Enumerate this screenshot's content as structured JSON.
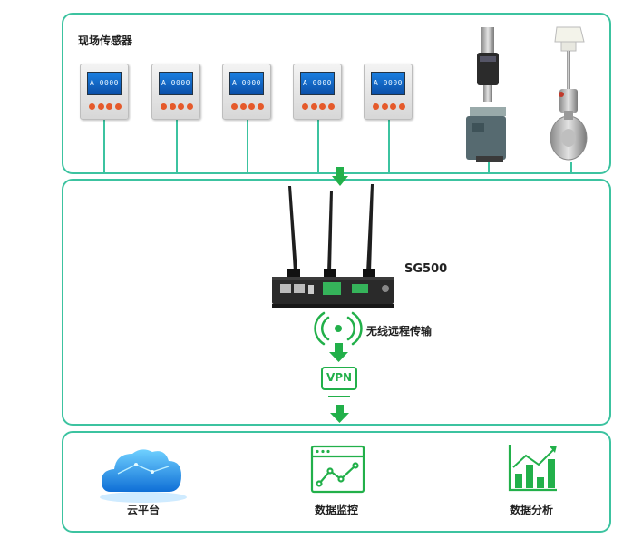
{
  "sensors": {
    "title": "现场传感器",
    "meters": [
      {
        "display": "A 0000"
      },
      {
        "display": "A 0000"
      },
      {
        "display": "A 0000"
      },
      {
        "display": "A 0000"
      },
      {
        "display": "A 0000"
      }
    ]
  },
  "gateway": {
    "model": "SG500",
    "wireless_label": "无线远程传输",
    "vpn_label": "VPN"
  },
  "services": {
    "cloud_label": "云平台",
    "monitor_label": "数据监控",
    "analysis_label": "数据分析"
  },
  "colors": {
    "frame": "#3cc3a0",
    "arrow": "#22b04a",
    "meter_screen": "#1b7fe0",
    "meter_button": "#e55a2b",
    "cloud": "#1f8ee8"
  }
}
